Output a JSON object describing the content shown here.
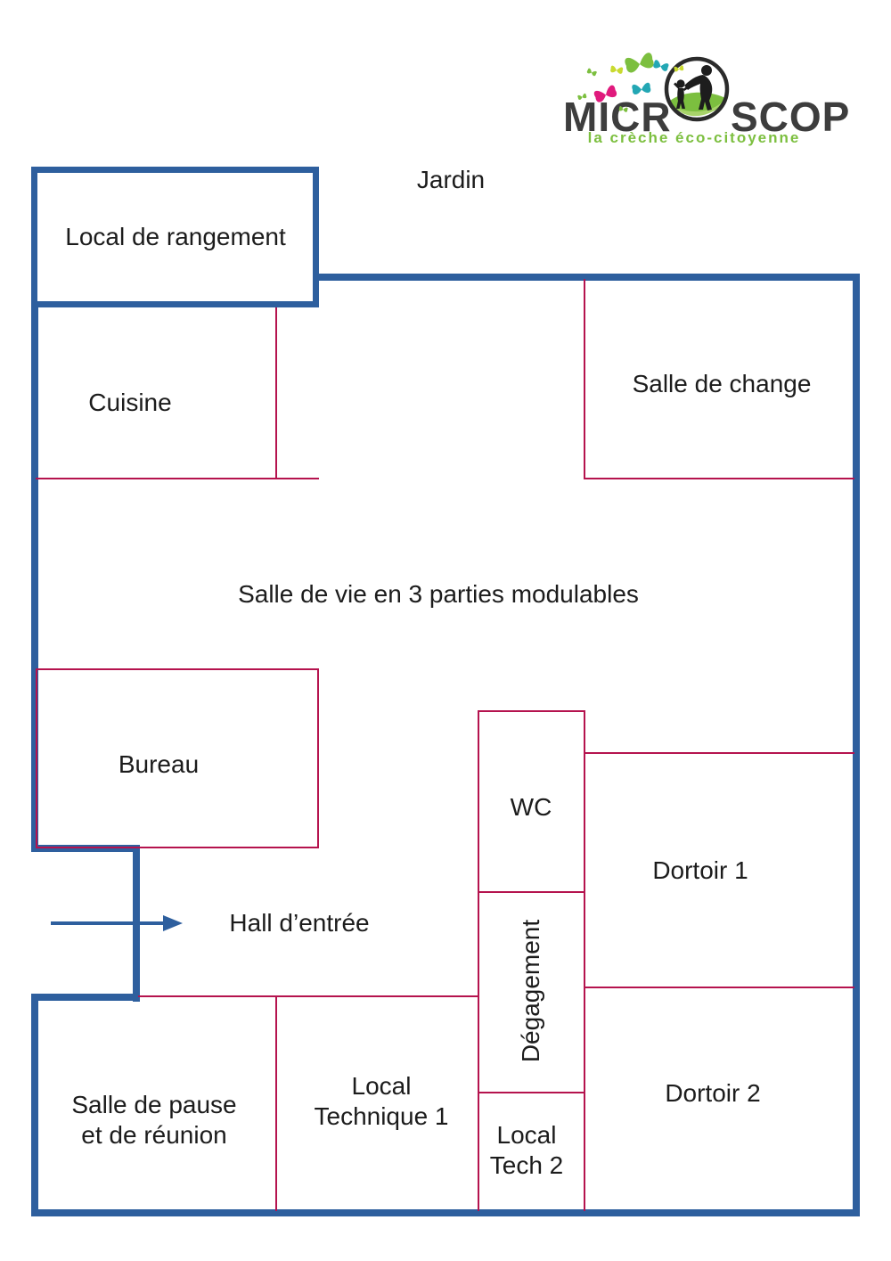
{
  "logo": {
    "brand_left": "MICR",
    "brand_right": "SCOP",
    "tagline": "la crèche éco-citoyenne"
  },
  "labels": {
    "jardin": "Jardin"
  },
  "rooms": {
    "rangement": "Local de rangement",
    "cuisine": "Cuisine",
    "salle_change": "Salle de change",
    "salle_vie": "Salle de vie en 3 parties modulables",
    "bureau": "Bureau",
    "wc": "WC",
    "dortoir_1": "Dortoir 1",
    "hall": "Hall d’entrée",
    "degagement": "Dégagement",
    "dortoir_2": "Dortoir 2",
    "salle_pause": {
      "line1": "Salle de pause",
      "line2": "et de réunion"
    },
    "local_technique_1": {
      "line1": "Local",
      "line2": "Technique 1"
    },
    "local_tech_2": {
      "line1": "Local",
      "line2": "Tech 2"
    }
  },
  "colors": {
    "wall": "#2e5f9e",
    "partition": "#b5134e",
    "text": "#1c1c1c",
    "logo_dark": "#3d3d3d",
    "logo_green": "#7cbf3f",
    "logo_green_light": "#a8d36a",
    "butterfly_green": "#7cbf3f",
    "butterfly_pink": "#e01a7d",
    "butterfly_teal": "#23a7b4",
    "butterfly_yellow": "#c9da2f"
  }
}
